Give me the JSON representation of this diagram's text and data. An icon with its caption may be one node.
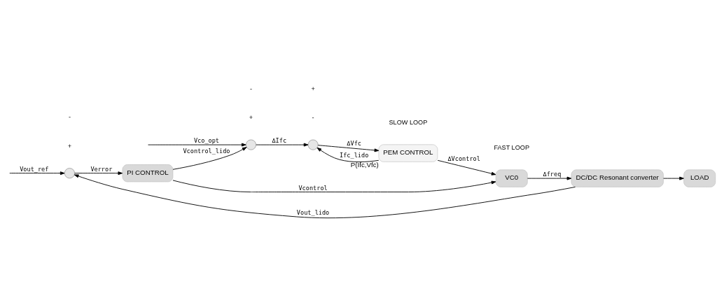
{
  "diagram": {
    "nodes": [
      {
        "text": [],
        "shape": "circle"
      },
      {
        "text": [
          "PI CONTROL"
        ]
      },
      {
        "text": [
          "VC0"
        ]
      },
      {
        "text": [
          "DC/DC Resonant converter"
        ]
      },
      {
        "text": [
          "LOAD"
        ]
      },
      {
        "text": [],
        "shape": "circle"
      },
      {
        "text": [],
        "shape": "circle"
      },
      {
        "text": [
          "PEM CONTROL"
        ],
        "beside": [
          "P(Ifc,Vfc)"
        ]
      }
    ],
    "edges": [
      {
        "from": null,
        "to": 0,
        "arrow": "to",
        "label": "Vout_ref"
      },
      {
        "from": 0,
        "to": 1,
        "arrow": "to",
        "label": "Verror"
      },
      {
        "from": 1,
        "to": 2,
        "arrow": "to",
        "label": "Vcontrol"
      },
      {
        "from": 1,
        "to": 5,
        "arrow": "to",
        "label": "Vcontrol_lido"
      },
      {
        "from": null,
        "to": 5,
        "arrow": "to",
        "label": "Vco_opt"
      },
      {
        "from": 5,
        "to": 6,
        "arrow": "to",
        "label": "ΔIfc"
      },
      {
        "from": 6,
        "to": 7,
        "arrow": "to",
        "label": "ΔVfc"
      },
      {
        "from": 7,
        "to": 6,
        "arrow": "to",
        "label": "Ifc_lido"
      },
      {
        "from": 7,
        "to": 2,
        "arrow": "to",
        "label": "ΔVcontrol"
      },
      {
        "from": 2,
        "to": 3,
        "arrow": "to",
        "label": "Δfreq"
      },
      {
        "from": 3,
        "to": 4,
        "arrow": "to"
      },
      {
        "from": 3,
        "to": 0,
        "arrow": "to",
        "label": "Vout_lido"
      }
    ],
    "labels": [
      "-",
      "+",
      "+",
      "-",
      "SLOW LOOP",
      "+",
      "FAST LOOP",
      "-"
    ]
  }
}
